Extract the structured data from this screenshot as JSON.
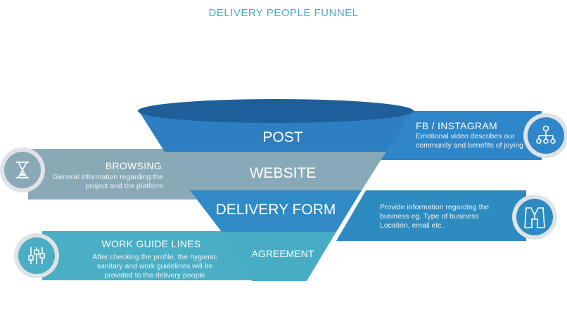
{
  "title": "DELIVERY PEOPLE FUNNEL",
  "funnel": [
    {
      "label": "POST",
      "color": "#2e7ec2"
    },
    {
      "label": "WEBSITE",
      "color": "#88a9b8"
    },
    {
      "label": "DELIVERY FORM",
      "color": "#2f8ac6"
    },
    {
      "label": "AGREEMENT",
      "color": "#48adc4"
    }
  ],
  "callouts": {
    "fb": {
      "heading": "FB / INSTAGRAM",
      "description": "Emotional video describes our community and benefits of joying",
      "icon": "hierarchy-icon",
      "color": "#2f86c8"
    },
    "browsing": {
      "heading": "BROWSING",
      "description": "General information regarding the project  and the platform",
      "icon": "hourglass-icon",
      "color": "#8aa9b7"
    },
    "form": {
      "heading": "",
      "description": "Provide information regarding the business eg. Type of business Location, email etc..",
      "icon": "vest-icon",
      "color": "#2d8bbf"
    },
    "guide": {
      "heading": "WORK GUIDE LINES",
      "description": "After checking the profile, the hygienic sanitary and work guidelines will be provided to the delivery people",
      "icon": "sliders-icon",
      "color": "#4aaec4"
    }
  }
}
